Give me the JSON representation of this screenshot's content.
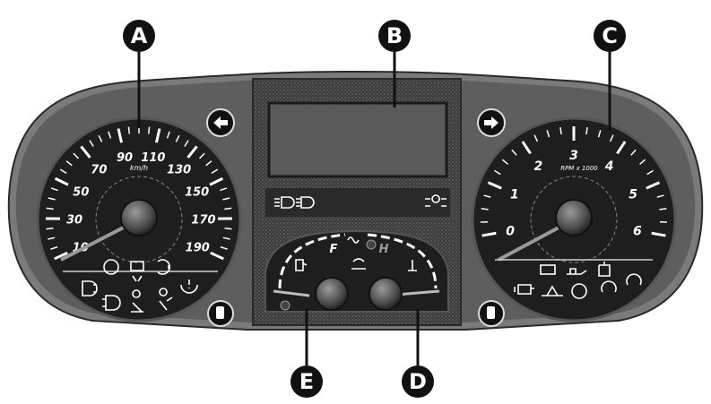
{
  "callouts": {
    "a": "A",
    "b": "B",
    "c": "C",
    "d": "D",
    "e": "E"
  },
  "speedometer": {
    "unit": "km/h",
    "ticks": [
      "10",
      "30",
      "50",
      "70",
      "90",
      "110",
      "130",
      "150",
      "170",
      "190"
    ]
  },
  "tachometer": {
    "unit": "RPM x 1000",
    "ticks": [
      "0",
      "1",
      "2",
      "3",
      "4",
      "5",
      "6"
    ]
  },
  "fuel_gauge": {
    "full_label": "F"
  },
  "temp_gauge": {
    "hot_label": "H"
  },
  "warning_lights": [
    "left-turn-indicator-icon",
    "right-turn-indicator-icon",
    "esp-off-icon",
    "abs-icon",
    "steering-wheel-icon",
    "fog-light-rear-icon",
    "fog-light-front-icon",
    "seatbelt-icon",
    "airbag-icon",
    "tire-pressure-icon",
    "battery-icon",
    "oil-pressure-icon",
    "engine-check-icon",
    "brake-icon",
    "low-beam-icon",
    "high-beam-icon",
    "parking-light-icon",
    "glow-plug-icon",
    "coolant-temp-icon",
    "fuel-reserve-icon"
  ],
  "colors": {
    "panel": "#4b4b4b",
    "dial_face": "#1e1e1e",
    "display": "#5a5a5a",
    "marking": "#ffffff",
    "callout": "#111111"
  }
}
